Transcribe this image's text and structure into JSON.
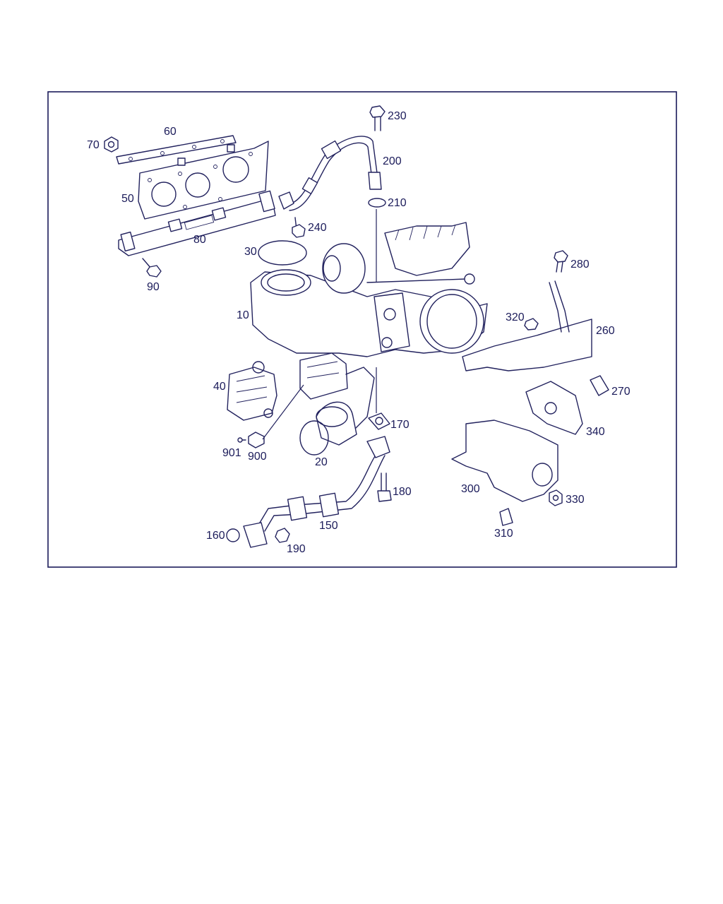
{
  "diagram": {
    "border_color": "#1b1b5a",
    "line_color": "#22225e",
    "labels": {
      "l10": "10",
      "l20": "20",
      "l30": "30",
      "l40": "40",
      "l50": "50",
      "l60": "60",
      "l70": "70",
      "l80": "80",
      "l90": "90",
      "l150": "150",
      "l160": "160",
      "l170": "170",
      "l180": "180",
      "l190": "190",
      "l200": "200",
      "l210": "210",
      "l230": "230",
      "l240": "240",
      "l260": "260",
      "l270": "270",
      "l280": "280",
      "l300": "300",
      "l310": "310",
      "l320": "320",
      "l330": "330",
      "l340": "340",
      "l900": "900",
      "l901": "901"
    }
  }
}
